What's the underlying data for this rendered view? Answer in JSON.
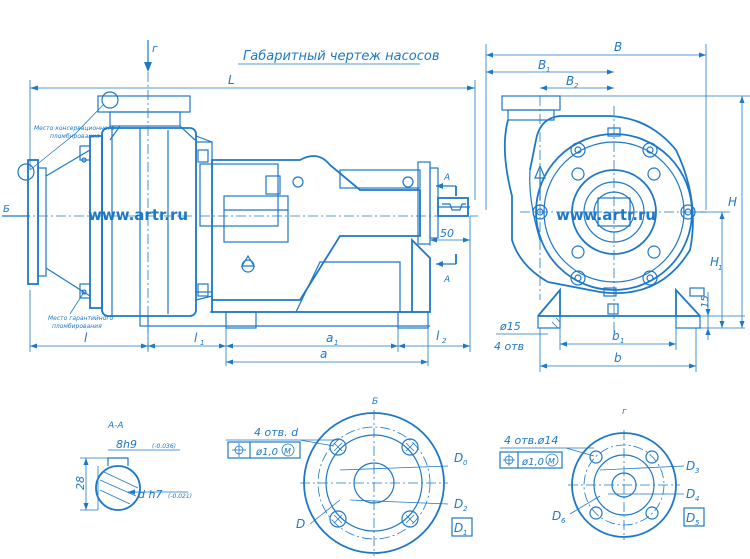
{
  "title": "Габаритный чертеж насосов",
  "watermark": "www.artr.ru",
  "labels": {
    "arrow_top": "г",
    "arrow_left": "Б",
    "section_arrow_a": "А",
    "L": "L",
    "B": "B",
    "B1": "B",
    "B1_sub": "1",
    "B2": "B",
    "B2_sub": "2",
    "H": "H",
    "H1": "H",
    "H1_sub": "1",
    "dim_15_vert": "15",
    "dim_50": "50",
    "l": "l",
    "l1": "l",
    "l1_sub": "1",
    "a1": "a",
    "a1_sub": "1",
    "a": "a",
    "l2": "l",
    "l2_sub": "2",
    "hole_dia": "ø15",
    "hole_count": "4 отв",
    "b1": "b",
    "b1_sub": "1",
    "b": "b",
    "seal_label_top_1": "Место консервационного",
    "seal_label_top_2": "пломбирования",
    "seal_label_bot_1": "Место гарантийного",
    "seal_label_bot_2": "пломбирования",
    "section_aa": "А-А",
    "key_fit": "8h9",
    "key_tol": "(-0.036)",
    "shaft_fit": "d h7",
    "shaft_tol": "(-0.021)",
    "dim_28": "28",
    "view_b": "Б",
    "view_b_holes": "4 отв. d",
    "view_b_tol": "ø1,0",
    "view_b_mod": "M",
    "view_b_D": "D",
    "view_b_D0": "D",
    "view_b_D0_sub": "0",
    "view_b_D2": "D",
    "view_b_D2_sub": "2",
    "view_b_D1": "D",
    "view_b_D1_sub": "1",
    "view_g": "г",
    "view_g_holes": "4 отв.ø14",
    "view_g_tol": "ø1,0",
    "view_g_mod": "M",
    "view_g_D3": "D",
    "view_g_D3_sub": "3",
    "view_g_D4": "D",
    "view_g_D4_sub": "4",
    "view_g_D6": "D",
    "view_g_D6_sub": "6",
    "view_g_D5": "D",
    "view_g_D5_sub": "5"
  },
  "colors": {
    "ink": "#1e78c8",
    "paper": "#ffffff"
  }
}
